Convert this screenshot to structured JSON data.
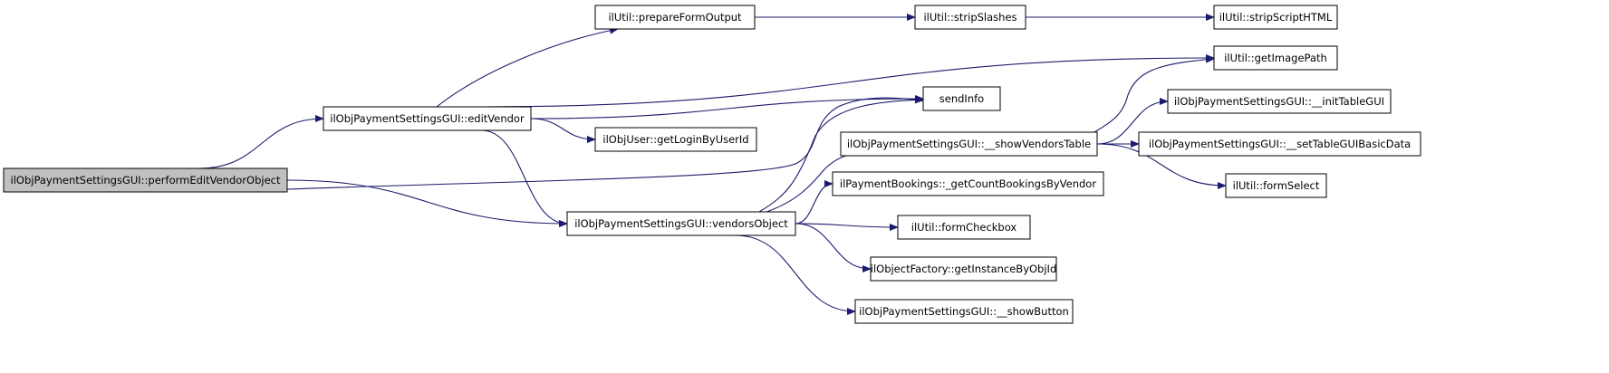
{
  "diagram": {
    "type": "call-graph",
    "colors": {
      "edge": "#1c1c6e",
      "node_border": "#000000",
      "node_fill": "#ffffff",
      "root_fill": "#c0c0c0"
    },
    "nodes": [
      {
        "id": "performEditVendorObject",
        "label": "ilObjPaymentSettingsGUI::performEditVendorObject",
        "root": true
      },
      {
        "id": "editVendor",
        "label": "ilObjPaymentSettingsGUI::editVendor"
      },
      {
        "id": "prepareFormOutput",
        "label": "ilUtil::prepareFormOutput"
      },
      {
        "id": "stripSlashes",
        "label": "ilUtil::stripSlashes"
      },
      {
        "id": "stripScriptHTML",
        "label": "ilUtil::stripScriptHTML"
      },
      {
        "id": "getImagePath",
        "label": "ilUtil::getImagePath"
      },
      {
        "id": "sendInfo",
        "label": "sendInfo"
      },
      {
        "id": "getLoginByUserId",
        "label": "ilObjUser::getLoginByUserId"
      },
      {
        "id": "vendorsObject",
        "label": "ilObjPaymentSettingsGUI::vendorsObject"
      },
      {
        "id": "showVendorsTable",
        "label": "ilObjPaymentSettingsGUI::__showVendorsTable"
      },
      {
        "id": "initTableGUI",
        "label": "ilObjPaymentSettingsGUI::__initTableGUI"
      },
      {
        "id": "setTableGUIBasicData",
        "label": "ilObjPaymentSettingsGUI::__setTableGUIBasicData"
      },
      {
        "id": "formSelect",
        "label": "ilUtil::formSelect"
      },
      {
        "id": "getCountBookingsByVendor",
        "label": "ilPaymentBookings::_getCountBookingsByVendor"
      },
      {
        "id": "formCheckbox",
        "label": "ilUtil::formCheckbox"
      },
      {
        "id": "getInstanceByObjId",
        "label": "ilObjectFactory::getInstanceByObjId"
      },
      {
        "id": "showButton",
        "label": "ilObjPaymentSettingsGUI::__showButton"
      }
    ],
    "edges": [
      [
        "performEditVendorObject",
        "editVendor"
      ],
      [
        "performEditVendorObject",
        "sendInfo"
      ],
      [
        "performEditVendorObject",
        "vendorsObject"
      ],
      [
        "editVendor",
        "prepareFormOutput"
      ],
      [
        "editVendor",
        "getImagePath"
      ],
      [
        "editVendor",
        "sendInfo"
      ],
      [
        "editVendor",
        "getLoginByUserId"
      ],
      [
        "editVendor",
        "vendorsObject"
      ],
      [
        "prepareFormOutput",
        "stripSlashes"
      ],
      [
        "stripSlashes",
        "stripScriptHTML"
      ],
      [
        "vendorsObject",
        "sendInfo"
      ],
      [
        "vendorsObject",
        "showVendorsTable"
      ],
      [
        "vendorsObject",
        "getCountBookingsByVendor"
      ],
      [
        "vendorsObject",
        "formCheckbox"
      ],
      [
        "vendorsObject",
        "getInstanceByObjId"
      ],
      [
        "vendorsObject",
        "showButton"
      ],
      [
        "showVendorsTable",
        "getImagePath"
      ],
      [
        "showVendorsTable",
        "initTableGUI"
      ],
      [
        "showVendorsTable",
        "setTableGUIBasicData"
      ],
      [
        "showVendorsTable",
        "formSelect"
      ]
    ]
  }
}
